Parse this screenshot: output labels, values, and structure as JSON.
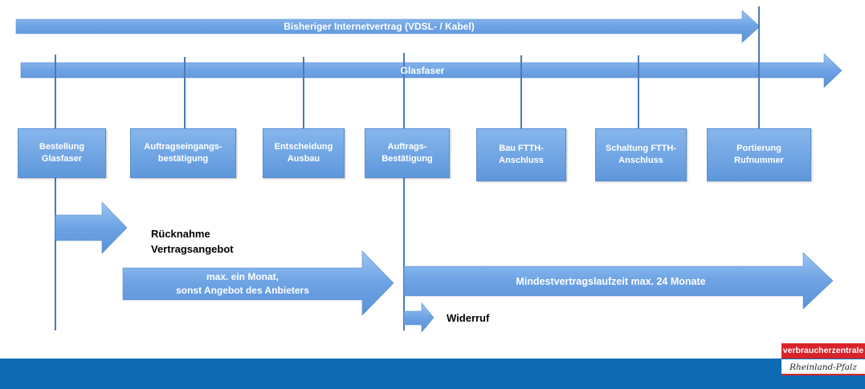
{
  "arrows": {
    "internet_contract": "Bisheriger Internetvertrag (VDSL- / Kabel)",
    "fiber": "Glasfaser",
    "max_month": "max. ein Monat,\nsonst Angebot des Anbieters",
    "min_term": "Mindestvertragslaufzeit max. 24 Monate"
  },
  "steps": [
    "Bestellung\nGlasfaser",
    "Auftragseingangs-\nbestätigung",
    "Entscheidung\nAusbau",
    "Auftrags-\nBestätigung",
    "Bau FTTH-\nAnschluss",
    "Schaltung FTTH-\nAnschluss",
    "Portierung\nRufnummer"
  ],
  "labels": {
    "withdrawal_offer": "Rücknahme\nVertragsangebot",
    "revocation": "Widerruf"
  },
  "logo": {
    "org": "verbraucherzentrale",
    "region": "Rheinland-Pfalz"
  },
  "colors": {
    "arrow_fill": "#6da3e4",
    "step_fill": "#78aceb",
    "line": "#4a7ab8",
    "footer": "#0e6bb3",
    "logo_red": "#d8232a"
  }
}
